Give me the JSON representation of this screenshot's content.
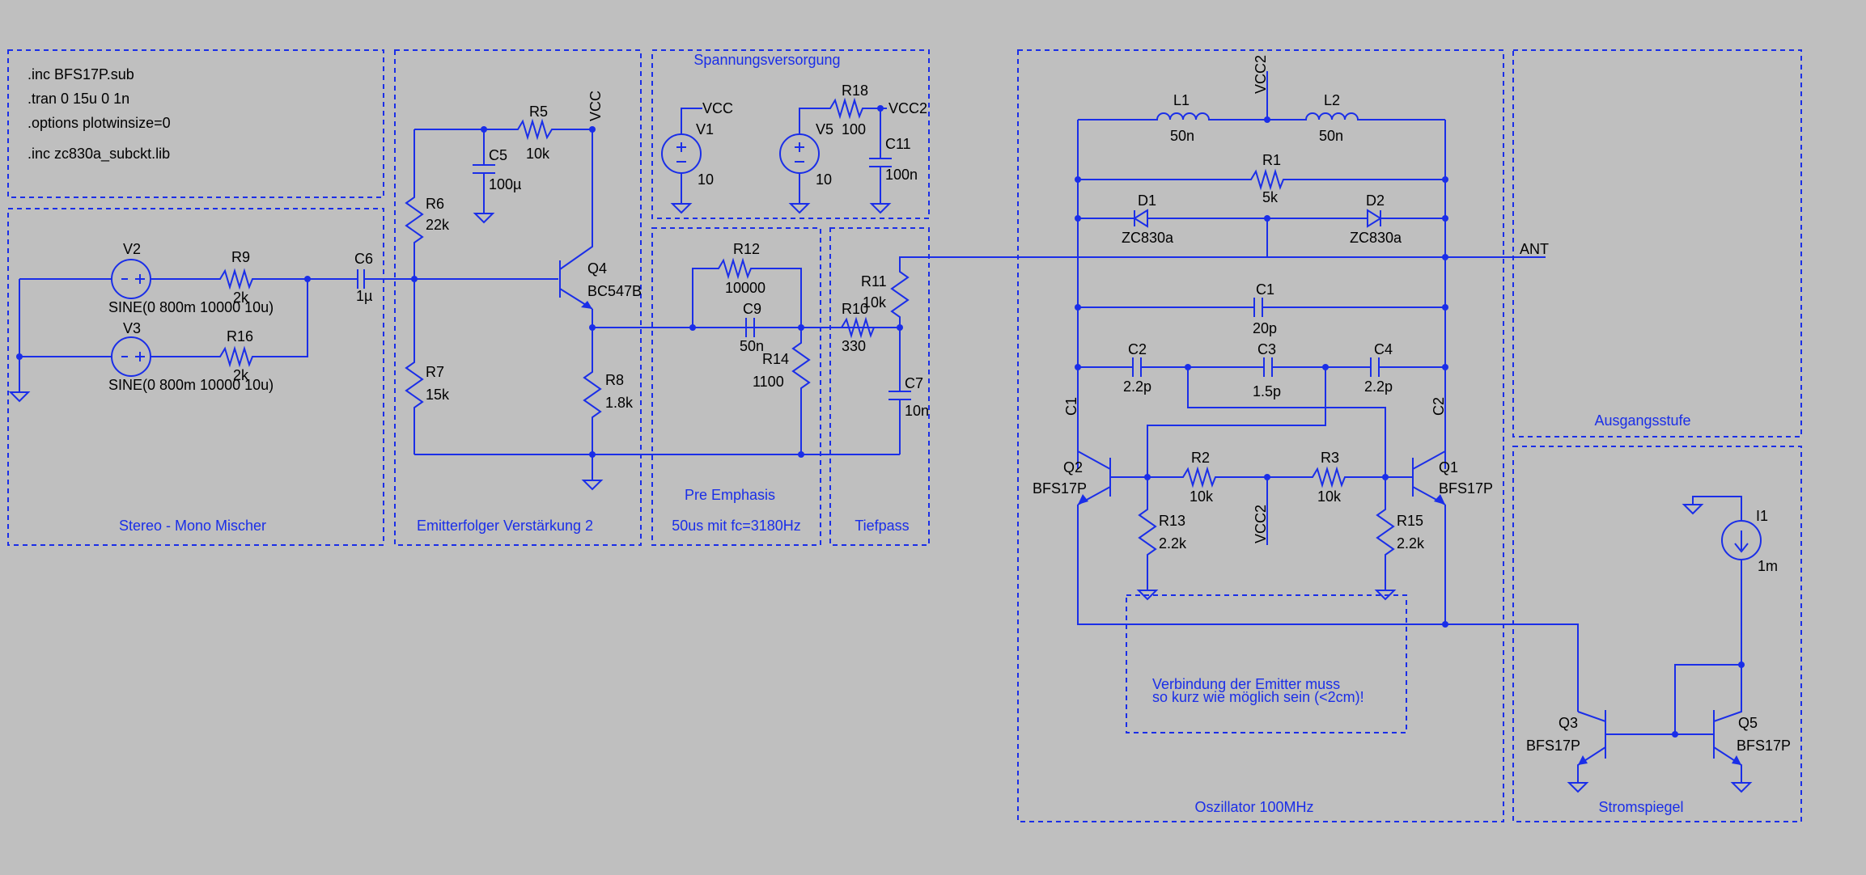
{
  "colors": {
    "background": "#bfbfbf",
    "wire": "#1a2ee8",
    "text": "#000000",
    "comment": "#1a2ee8"
  },
  "directives": [
    ".inc BFS17P.sub",
    ".tran 0 15u 0 1n",
    ".options plotwinsize=0",
    ".inc zc830a_subckt.lib"
  ],
  "sections": {
    "mixer": "Stereo - Mono Mischer",
    "follower": "Emitterfolger Verstärkung 2",
    "supply": "Spannungsversorgung",
    "preemph_title": "Pre Emphasis",
    "preemph_sub": "50us mit fc=3180Hz",
    "lowpass": "Tiefpass",
    "oscillator": "Oszillator 100MHz",
    "output": "Ausgangsstufe",
    "mirror": "Stromspiegel"
  },
  "note": [
    "Verbindung der Emitter muss",
    "so kurz wie möglich sein (<2cm)!"
  ],
  "nets": {
    "vcc": "VCC",
    "vcc2": "VCC2",
    "ant": "ANT",
    "c1": "C1",
    "c2": "C2"
  },
  "components": {
    "V1": {
      "name": "V1",
      "value": "10"
    },
    "V5": {
      "name": "V5",
      "value": "10"
    },
    "V2": {
      "name": "V2",
      "value": "SINE(0 800m 10000 10u)"
    },
    "V3": {
      "name": "V3",
      "value": "SINE(0 800m 10000 10u)"
    },
    "R9": {
      "name": "R9",
      "value": "2k"
    },
    "R16": {
      "name": "R16",
      "value": "2k"
    },
    "C6": {
      "name": "C6",
      "value": "1µ"
    },
    "R5": {
      "name": "R5",
      "value": "10k"
    },
    "C5": {
      "name": "C5",
      "value": "100µ"
    },
    "R6": {
      "name": "R6",
      "value": "22k"
    },
    "R7": {
      "name": "R7",
      "value": "15k"
    },
    "Q4": {
      "name": "Q4",
      "value": "BC547B"
    },
    "R8": {
      "name": "R8",
      "value": "1.8k"
    },
    "R18": {
      "name": "R18",
      "value": "100"
    },
    "C11": {
      "name": "C11",
      "value": "100n"
    },
    "R12": {
      "name": "R12",
      "value": "10000"
    },
    "C9": {
      "name": "C9",
      "value": "50n"
    },
    "R14": {
      "name": "R14",
      "value": "1100"
    },
    "R10": {
      "name": "R10",
      "value": "330"
    },
    "R11": {
      "name": "R11",
      "value": "10k"
    },
    "C7": {
      "name": "C7",
      "value": "10n"
    },
    "L1": {
      "name": "L1",
      "value": "50n"
    },
    "L2": {
      "name": "L2",
      "value": "50n"
    },
    "R1": {
      "name": "R1",
      "value": "5k"
    },
    "D1": {
      "name": "D1",
      "value": "ZC830a"
    },
    "D2": {
      "name": "D2",
      "value": "ZC830a"
    },
    "C1": {
      "name": "C1",
      "value": "20p"
    },
    "C2": {
      "name": "C2",
      "value": "2.2p"
    },
    "C3": {
      "name": "C3",
      "value": "1.5p"
    },
    "C4": {
      "name": "C4",
      "value": "2.2p"
    },
    "Q2": {
      "name": "Q2",
      "value": "BFS17P"
    },
    "Q1": {
      "name": "Q1",
      "value": "BFS17P"
    },
    "R2": {
      "name": "R2",
      "value": "10k"
    },
    "R3": {
      "name": "R3",
      "value": "10k"
    },
    "R13": {
      "name": "R13",
      "value": "2.2k"
    },
    "R15": {
      "name": "R15",
      "value": "2.2k"
    },
    "I1": {
      "name": "I1",
      "value": "1m"
    },
    "Q3": {
      "name": "Q3",
      "value": "BFS17P"
    },
    "Q5": {
      "name": "Q5",
      "value": "BFS17P"
    }
  }
}
